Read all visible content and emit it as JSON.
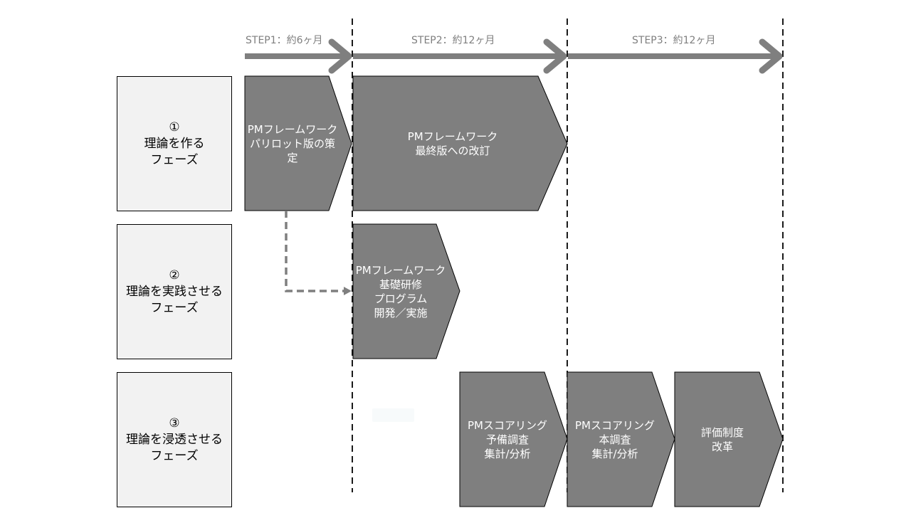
{
  "colors": {
    "task_fill": "#7f7f7f",
    "task_stroke": "#000000",
    "phase_fill": "#f2f2f2",
    "timeline_arrow": "#7f7f7f",
    "step_label": "#7f7f7f",
    "divider": "#000000"
  },
  "steps": [
    {
      "label": "STEP1：約6ヶ月"
    },
    {
      "label": "STEP2：約12ヶ月"
    },
    {
      "label": "STEP3：約12ヶ月"
    }
  ],
  "phases": [
    {
      "number": "①",
      "title": "理論を作る",
      "suffix": "フェーズ"
    },
    {
      "number": "②",
      "title": "理論を実践させる",
      "suffix": "フェーズ"
    },
    {
      "number": "③",
      "title": "理論を浸透させる",
      "suffix": "フェーズ"
    }
  ],
  "tasks": [
    {
      "phase": 1,
      "step": 1,
      "lines": [
        "PMフレームワーク",
        "パリロット版の策定"
      ]
    },
    {
      "phase": 1,
      "step": 2,
      "lines": [
        "PMフレームワーク",
        "最終版への改訂"
      ]
    },
    {
      "phase": 2,
      "step": 2,
      "lines": [
        "PMフレームワーク",
        "基礎研修",
        "プログラム",
        "開発／実施"
      ]
    },
    {
      "phase": 3,
      "step": 2,
      "lines": [
        "PMスコアリング",
        "予備調査",
        "集計/分析"
      ]
    },
    {
      "phase": 3,
      "step": 3,
      "lines": [
        "PMスコアリング",
        "本調査",
        "集計/分析"
      ]
    },
    {
      "phase": 3,
      "step": 3,
      "lines": [
        "評価制度",
        "改革"
      ]
    }
  ],
  "connectors": [
    {
      "from_task": 0,
      "to_task": 2,
      "style": "dashed"
    }
  ]
}
